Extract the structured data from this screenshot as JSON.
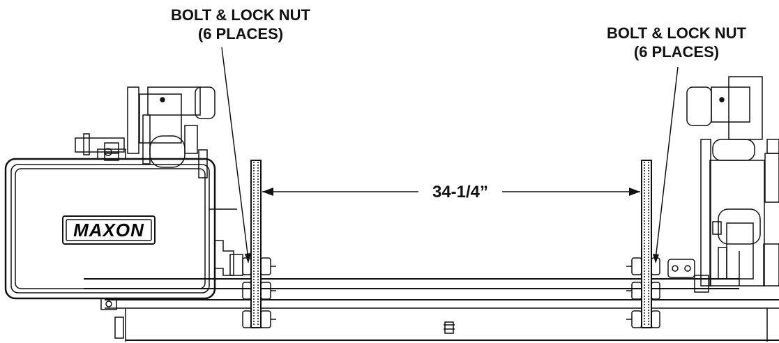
{
  "callouts": {
    "left": {
      "line1": "BOLT & LOCK NUT",
      "line2": "(6 PLACES)"
    },
    "right": {
      "line1": "BOLT & LOCK NUT",
      "line2": "(6 PLACES)"
    }
  },
  "dimension": {
    "value": "34-1/4”"
  },
  "control_box": {
    "brand": "MAXON"
  },
  "colors": {
    "line": "#111111",
    "background": "#ffffff"
  }
}
